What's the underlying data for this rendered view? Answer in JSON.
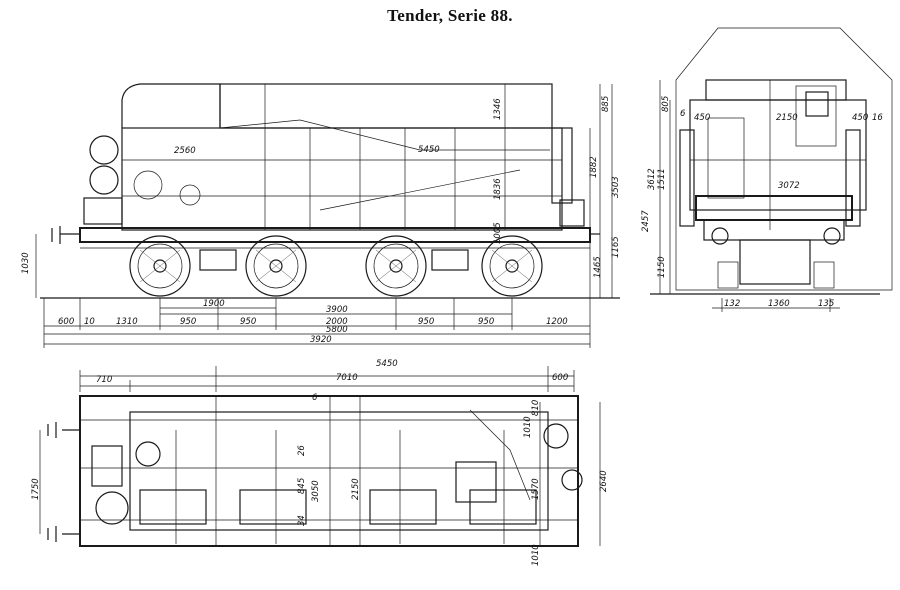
{
  "title": "Tender, Serie 88.",
  "side_view": {
    "labels": {
      "width_inner": "2560",
      "tank_len": "5450",
      "h_top": "885",
      "h_mid": "1346",
      "h_1882": "1882",
      "h_1836": "1836",
      "h_3503": "3503",
      "h_1165": "1165",
      "h_1030": "1030",
      "h_1465": "1465",
      "h_1005": "1005"
    },
    "bottom_dims": {
      "d1900": "1900",
      "d3900": "3900",
      "d600": "600",
      "d10": "10",
      "d1310": "1310",
      "d950a": "950",
      "d950b": "950",
      "d2000": "2000",
      "d950c": "950",
      "d950d": "950",
      "d1200": "1200",
      "d5800": "5800",
      "d3920": "3920"
    }
  },
  "end_view": {
    "labels": {
      "h805": "805",
      "w450": "450",
      "w2150": "2150",
      "w6": "6",
      "w450b": "450",
      "w16": "16",
      "h3612": "3612",
      "h1511": "1511",
      "h2457": "2457",
      "h1150": "1150",
      "w3072": "3072",
      "b132": "132",
      "b1360": "1360",
      "b135": "135"
    }
  },
  "plan_view": {
    "labels": {
      "t710": "710",
      "t7010": "7010",
      "t5450": "5450",
      "t600": "600",
      "t6": "6",
      "l1750": "1750",
      "v845": "845",
      "v3050": "3050",
      "v2150": "2150",
      "v1570": "1570",
      "v2640": "2640",
      "v26": "26",
      "v34": "34",
      "v810": "810",
      "v1010": "1010",
      "v1010b": "1010"
    }
  }
}
